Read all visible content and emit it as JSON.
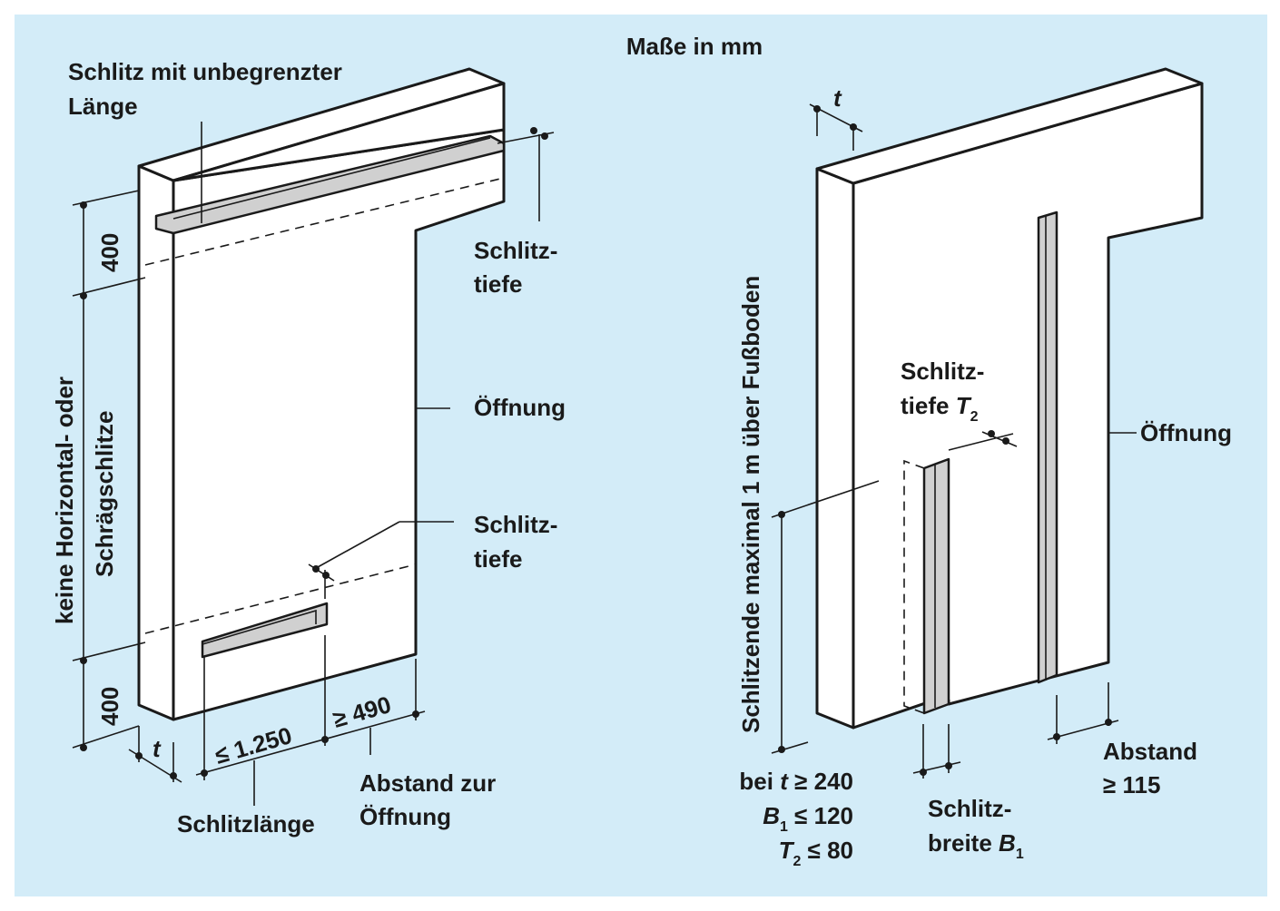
{
  "header": {
    "units": "Maße in mm"
  },
  "left": {
    "slot_unlimited_line1": "Schlitz mit unbegrenzter",
    "slot_unlimited_line2": "Länge",
    "depth_top_line1": "Schlitz-",
    "depth_top_line2": "tiefe",
    "opening": "Öffnung",
    "depth_bottom_line1": "Schlitz-",
    "depth_bottom_line2": "tiefe",
    "no_slots_line1": "keine Horizontal- oder",
    "no_slots_line2": "Schrägschlitze",
    "dim_top": "400",
    "dim_bottom": "400",
    "thickness": "t",
    "max_length_value": "≤ 1.250",
    "min_distance_value": "≥ 490",
    "slot_length": "Schlitzlänge",
    "distance_line1": "Abstand zur",
    "distance_line2": "Öffnung"
  },
  "right": {
    "thickness": "t",
    "slot_end": "Schlitzende maximal 1 m über Fußboden",
    "depth_line1": "Schlitz-",
    "depth_line2_prefix": "tiefe ",
    "depth_var": "T",
    "depth_sub": "2",
    "opening": "Öffnung",
    "condition_prefix": "bei ",
    "condition_var": "t",
    "condition_value": " ≥ 240",
    "b1_var": "B",
    "b1_sub": "1",
    "b1_value": " ≤ 120",
    "t2_var": "T",
    "t2_sub": "2",
    "t2_value": " ≤   80",
    "width_line1": "Schlitz-",
    "width_line2_prefix": "breite ",
    "width_var": "B",
    "width_sub": "1",
    "distance_line1": "Abstand",
    "distance_line2": "≥ 115"
  }
}
